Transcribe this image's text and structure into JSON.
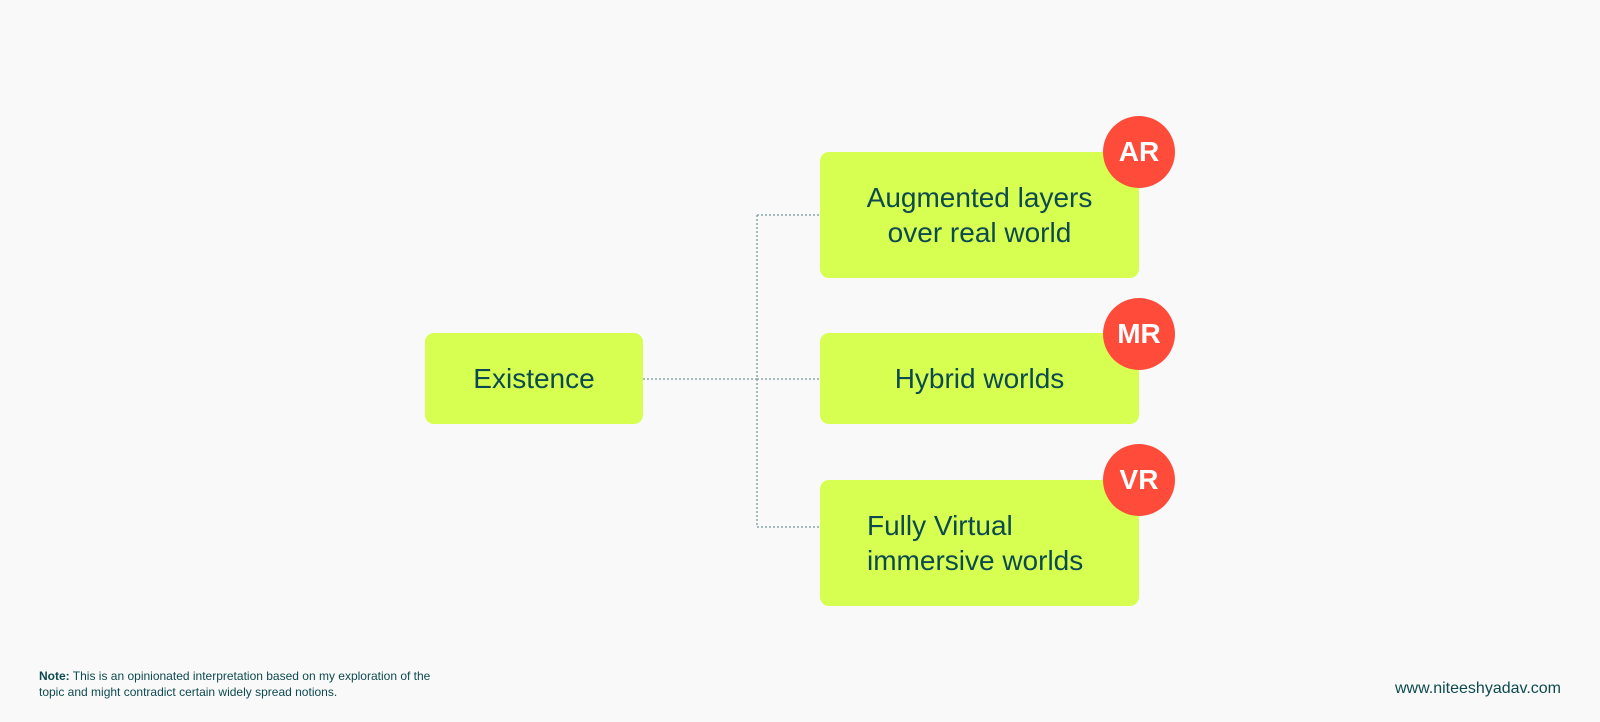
{
  "root": {
    "label": "Existence"
  },
  "branches": [
    {
      "label": "Augmented layers\nover real world",
      "badge": "AR"
    },
    {
      "label": "Hybrid worlds",
      "badge": "MR"
    },
    {
      "label": "Fully Virtual\nimmersive worlds",
      "badge": "VR"
    }
  ],
  "note": {
    "prefix": "Note:",
    "text": "This is an opinionated interpretation based on my exploration of the topic and might contradict certain widely spread notions."
  },
  "website": "www.niteeshyadav.com",
  "colors": {
    "background": "#f9f9f9",
    "box": "#d6ff52",
    "badge": "#ff4b3a",
    "text": "#0d4a4f",
    "connector": "#8aa7a8"
  }
}
